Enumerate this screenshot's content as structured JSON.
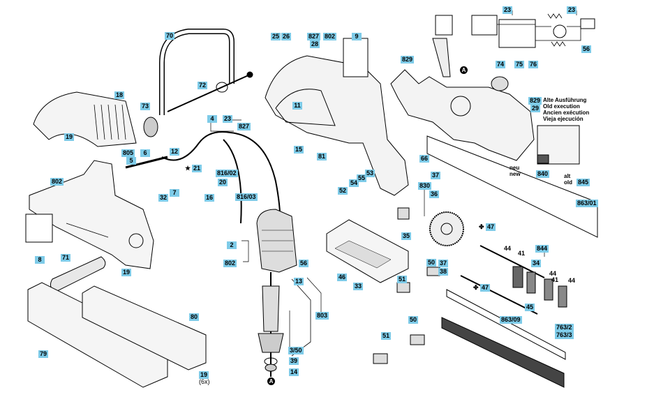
{
  "labels": {
    "l70": "70",
    "l72": "72",
    "l73": "73",
    "l18": "18",
    "l19a": "19",
    "l805": "805",
    "l5": "5",
    "l6": "6",
    "l12": "12",
    "l4": "4",
    "l23a": "23",
    "l827a": "827",
    "l21": "21",
    "l25": "25",
    "l26": "26",
    "l827b": "827",
    "l28": "28",
    "l802a": "802",
    "l9": "9",
    "l11": "11",
    "l15": "15",
    "l81": "81",
    "l802b": "802",
    "l816_02": "816/02",
    "l20": "20",
    "l16": "16",
    "l816_03": "816/03",
    "l32": "32",
    "l7": "7",
    "l8": "8",
    "l71": "71",
    "l19b": "19",
    "l79": "79",
    "l80": "80",
    "l19c": "19",
    "l2": "2",
    "l802c": "802",
    "l56a": "56",
    "l13": "13",
    "l803": "803",
    "l3_50": "3/50",
    "l39": "39",
    "l14": "14",
    "l52": "52",
    "l54": "54",
    "l55": "55",
    "l53": "53",
    "l33": "33",
    "l46": "46",
    "l35": "35",
    "l830": "830",
    "l36": "36",
    "l37a": "37",
    "l37b": "37",
    "l38": "38",
    "l50a": "50",
    "l51a": "51",
    "l51b": "51",
    "l50b": "50",
    "l47a": "47",
    "l47b": "47",
    "l829a": "829",
    "l23b": "23",
    "l23c": "23",
    "l56b": "56",
    "l74": "74",
    "l75": "75",
    "l76": "76",
    "l829b": "829",
    "l29": "29",
    "l66": "66",
    "l840": "840",
    "l845": "845",
    "l863_01": "863/01",
    "l844": "844",
    "l34": "34",
    "l45": "45",
    "l863_09": "863/09",
    "l763_2": "763/2",
    "l763_3": "763/3",
    "l44a": "44",
    "l41a": "41",
    "l44b": "44",
    "l41b": "41",
    "l44c": "44"
  },
  "notes": {
    "execution_lines": [
      "Alte Ausführung",
      "Old execution",
      "Ancien exécution",
      "Vieja ejecución"
    ],
    "neu": "neu",
    "new": "new",
    "alt": "alt",
    "old": "old",
    "qty_6x": "(6x)",
    "marker_a": "A",
    "star": "★",
    "cross": "✤"
  },
  "colors": {
    "label_bg": "#7ecbe8",
    "line": "#000000"
  }
}
